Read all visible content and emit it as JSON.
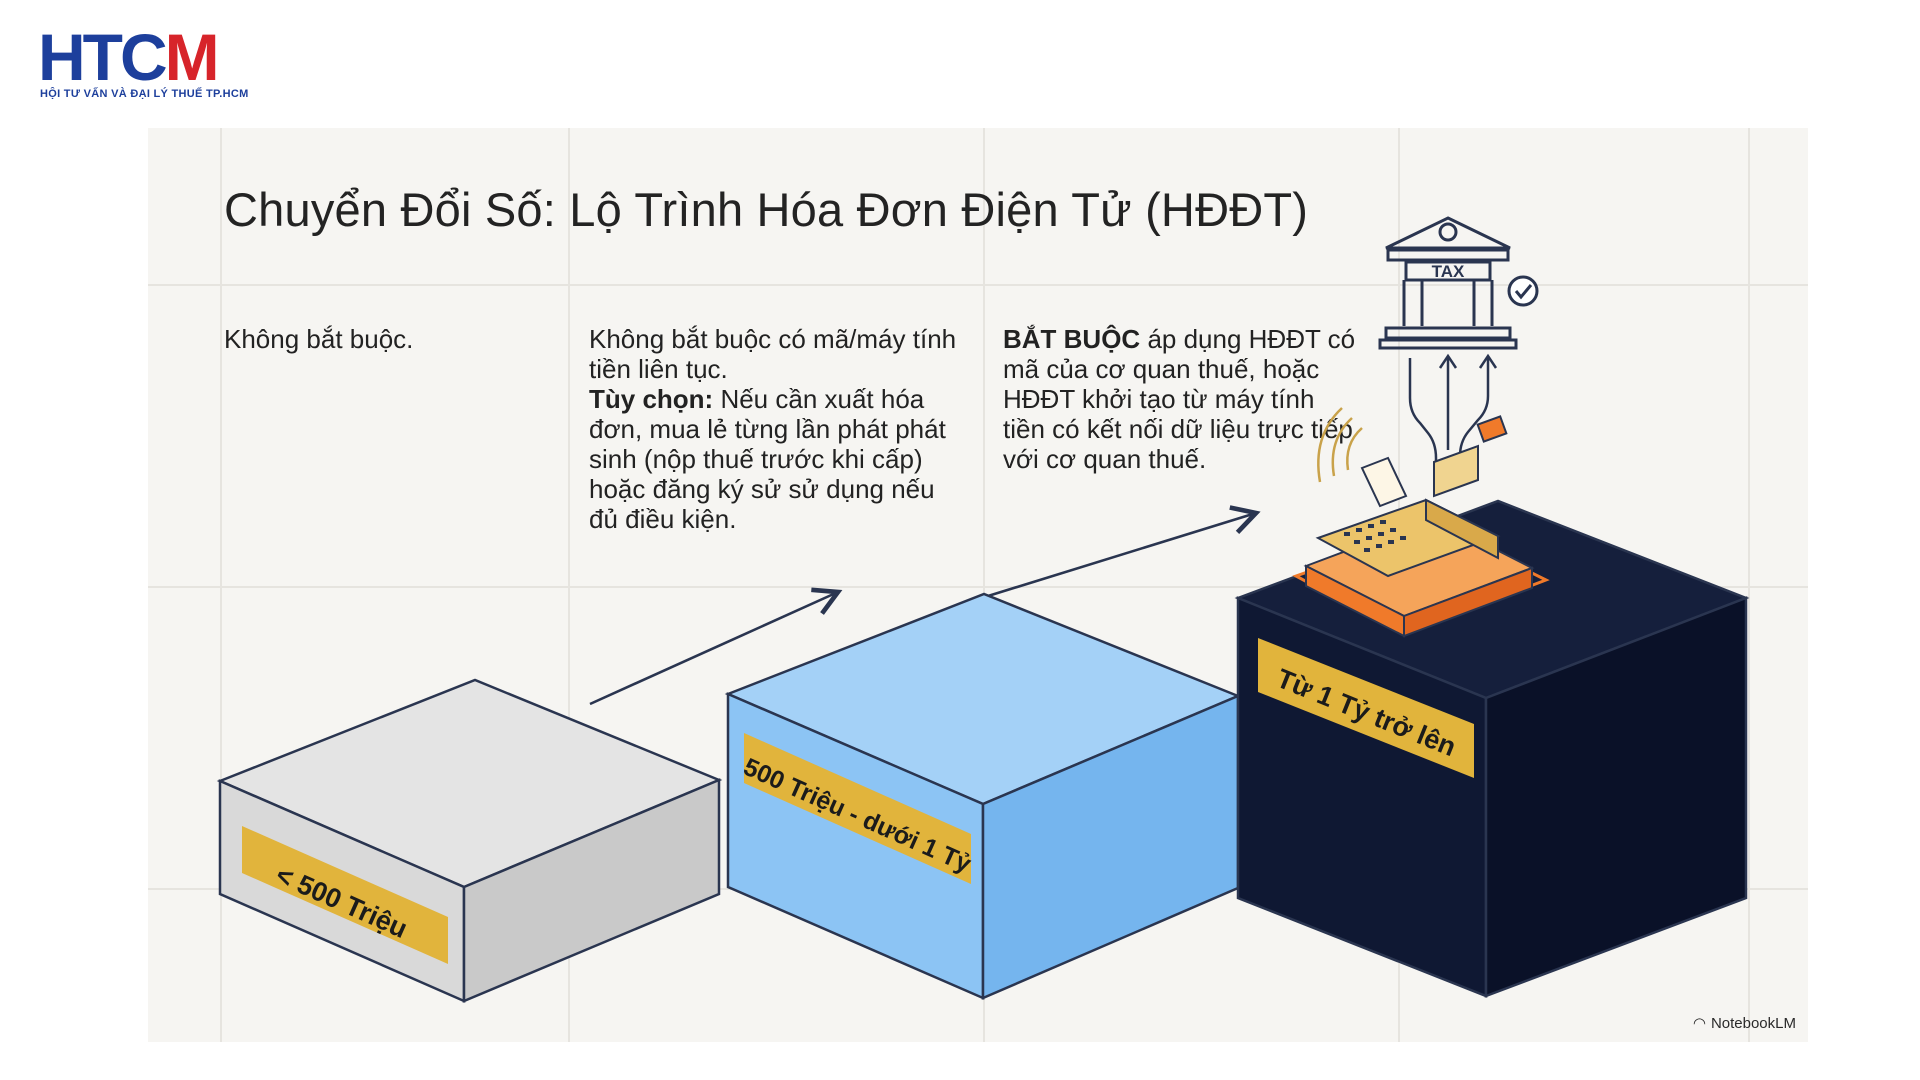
{
  "logo": {
    "letters": [
      "H",
      "T",
      "C",
      "M"
    ],
    "subtitle": "HỘI TƯ VẤN VÀ ĐẠI LÝ THUẾ TP.HCM",
    "colors": {
      "primary": "#1d3f9c",
      "accent": "#d7242a"
    }
  },
  "slide": {
    "title": "Chuyển Đổi Số: Lộ Trình Hóa Đơn Điện Tử (HĐĐT)",
    "columns": [
      {
        "text": "Không bắt buộc."
      },
      {
        "line1": "Không bắt buộc có mã/máy tính tiền liên tục.",
        "option_label": "Tùy chọn:",
        "option_text": " Nếu cần xuất hóa đơn, mua lẻ từng lần phát phát sinh (nộp thuế trước khi cấp) hoặc đăng ký sử sử dụng nếu đủ điều kiện."
      },
      {
        "bold": "BẮT BUỘC",
        "text": " áp dụng HĐĐT có mã của cơ quan thuế, hoặc HĐĐT khởi tạo từ máy tính tiền có kết nối dữ liệu trực tiếp với cơ quan thuế."
      }
    ],
    "tiers": [
      {
        "label": "< 500 Triệu",
        "color": "#d9d9d9"
      },
      {
        "label": "500 Triệu - dưới 1 Tỷ",
        "color": "#8cc4f4"
      },
      {
        "label": "Từ 1 Tỷ trở lên",
        "color": "#0f1833"
      }
    ],
    "tax_building_label": "TAX",
    "icons": [
      "tax-office-icon",
      "check-circle-icon",
      "cash-register-icon",
      "data-arrow-icon"
    ],
    "watermark": "NotebookLM",
    "colors": {
      "label_gold": "#e1b43c",
      "outline": "#2a3550",
      "orange": "#f07a2a"
    }
  }
}
